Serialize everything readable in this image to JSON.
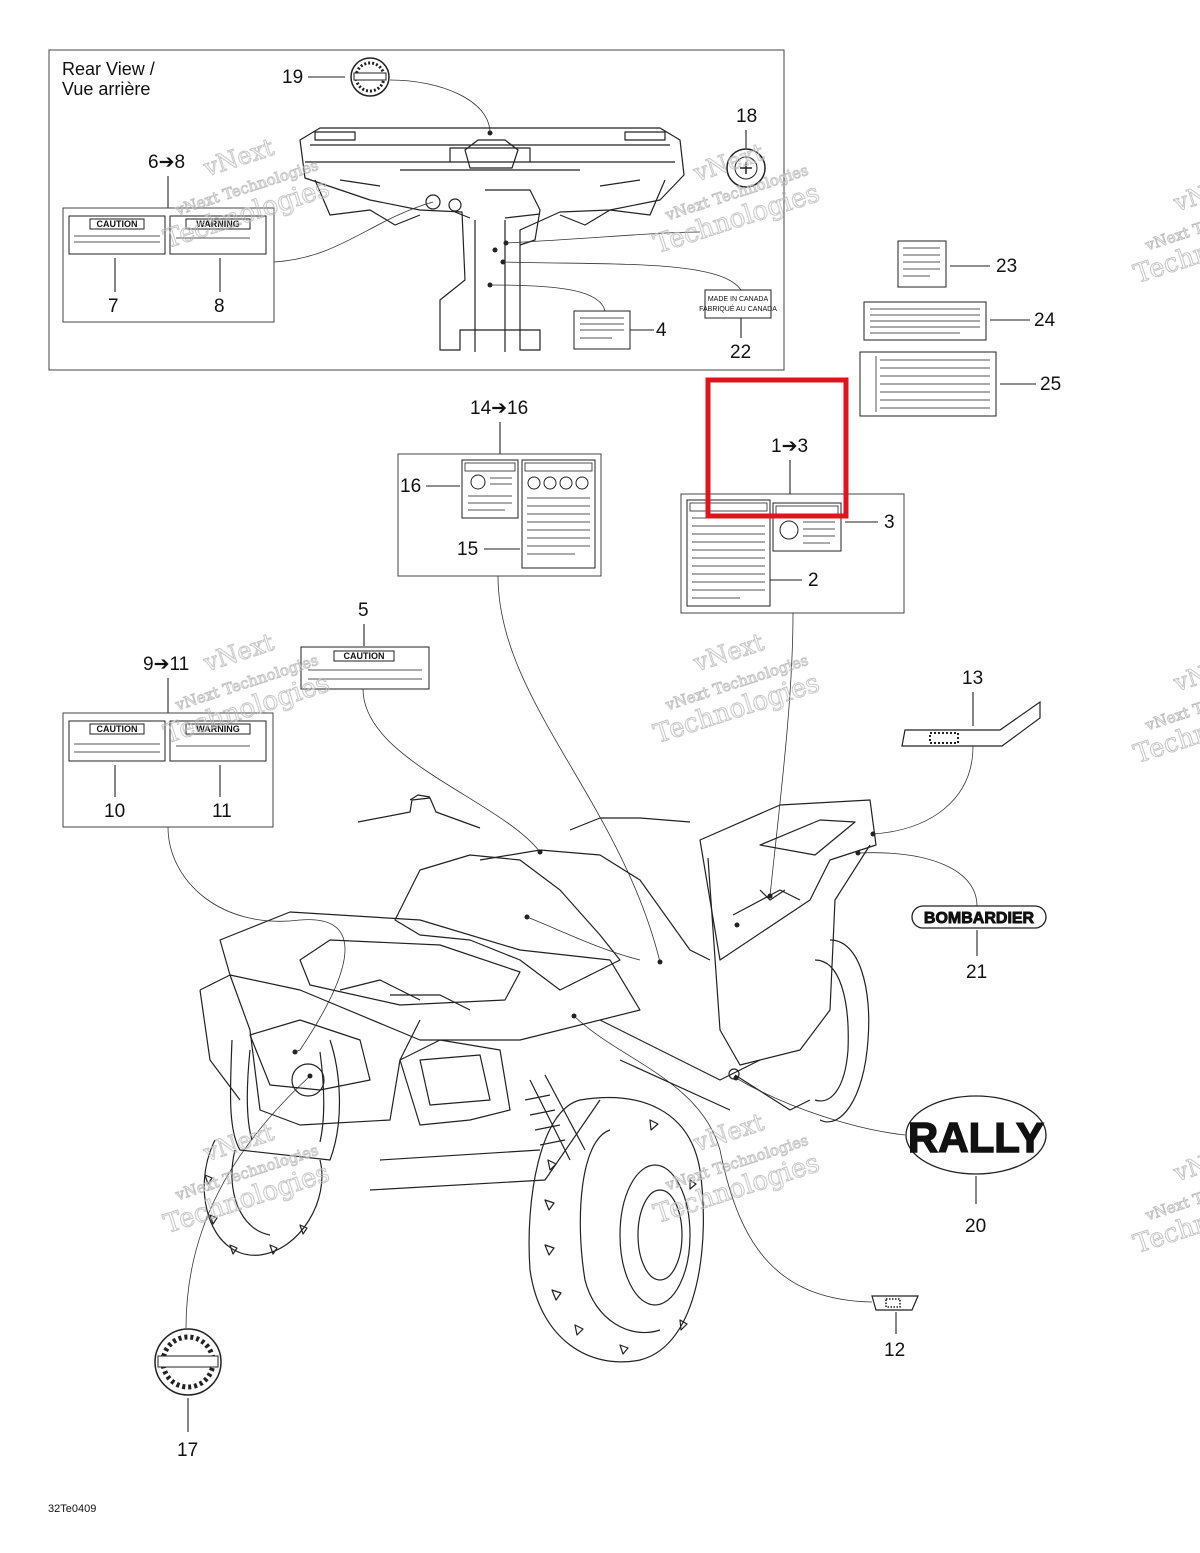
{
  "inset": {
    "title_line1": "Rear View /",
    "title_line2": "Vue arrière"
  },
  "callouts": {
    "c19": "19",
    "c18": "18",
    "c6_8": "6➔8",
    "c7": "7",
    "c8": "8",
    "c4": "4",
    "c22": "22",
    "c23": "23",
    "c24": "24",
    "c25": "25",
    "c14_16": "14➔16",
    "c16": "16",
    "c15": "15",
    "c1_3": "1➔3",
    "c3": "3",
    "c2": "2",
    "c5": "5",
    "c9_11": "9➔11",
    "c10": "10",
    "c11": "11",
    "c13": "13",
    "c21": "21",
    "c20": "20",
    "c12": "12",
    "c17": "17"
  },
  "labels": {
    "caution": "CAUTION",
    "warning": "WARNING",
    "made_in_canada_1": "MADE IN CANADA",
    "made_in_canada_2": "FABRIQUÉ AU CANADA",
    "bombardier": "BOMBARDIER",
    "rally": "RALLY"
  },
  "watermark": {
    "line1": "vNext",
    "line2": "vNext Technologies",
    "line3": "Technologies"
  },
  "drawing_number": "32Te0409",
  "colors": {
    "highlight": "#e0141e",
    "ink": "#222222",
    "watermark": "#bbbbbb"
  }
}
